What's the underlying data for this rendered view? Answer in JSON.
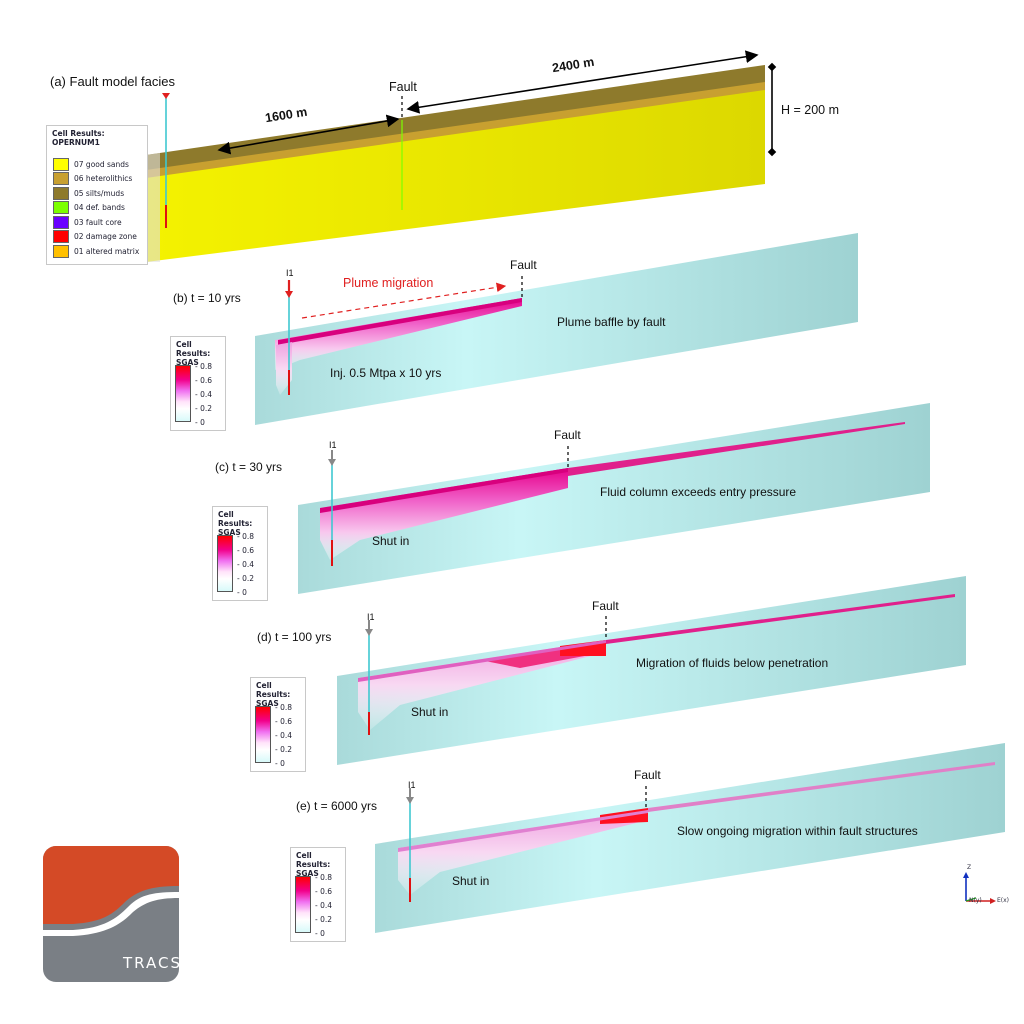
{
  "panel_a": {
    "title": "(a) Fault model facies",
    "fault_label": "Fault",
    "dist_left": "1600 m",
    "dist_right": "2400 m",
    "height_label": "H = 200 m"
  },
  "facies_legend": {
    "title1": "Cell Results:",
    "title2": "OPERNUM1",
    "items": [
      {
        "label": "07 good sands",
        "color": "#ffff00"
      },
      {
        "label": "06 heterolithics",
        "color": "#c8a030"
      },
      {
        "label": "05 silts/muds",
        "color": "#8e7a2c"
      },
      {
        "label": "04 def. bands",
        "color": "#7cff00"
      },
      {
        "label": "03 fault core",
        "color": "#6a00ff"
      },
      {
        "label": "02 damage zone",
        "color": "#ff0000"
      },
      {
        "label": "01 altered matrix",
        "color": "#ffc000"
      }
    ]
  },
  "sgas_legend": {
    "title1": "Cell Results:",
    "title2": "SGAS",
    "ticks": [
      "0.8",
      "0.6",
      "0.4",
      "0.2",
      "0"
    ]
  },
  "well_label": "I1",
  "panels": [
    {
      "time": "(b) t = 10 yrs",
      "fault": "Fault",
      "note": "Plume baffle by fault",
      "sub": "Inj. 0.5 Mtpa x 10 yrs",
      "migration": "Plume migration"
    },
    {
      "time": "(c) t = 30 yrs",
      "fault": "Fault",
      "note": "Fluid column exceeds entry pressure",
      "sub": "Shut in"
    },
    {
      "time": "(d) t = 100 yrs",
      "fault": "Fault",
      "note": "Migration of fluids below penetration",
      "sub": "Shut in"
    },
    {
      "time": "(e) t = 6000 yrs",
      "fault": "Fault",
      "note": "Slow ongoing migration within fault structures",
      "sub": "Shut in"
    }
  ],
  "axes": {
    "z": "Z",
    "x": "E(x)",
    "y": "N(y)"
  },
  "logo": {
    "text": "TRACS",
    "top_color": "#d44a26",
    "bottom_color": "#7a7f85"
  },
  "colors": {
    "slab": "#a9dcdc",
    "plume": "#e8008c",
    "sand": "#f2f000",
    "well": "#3fc8d0"
  }
}
